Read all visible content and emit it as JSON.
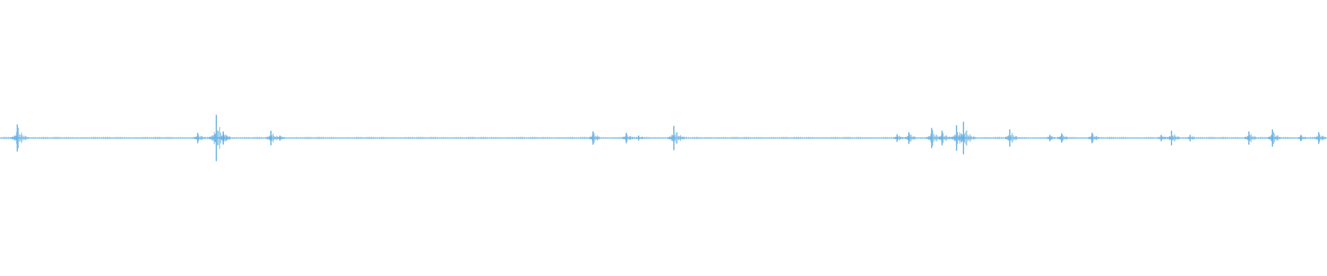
{
  "waveform": {
    "color": "#5aa9dc",
    "background": "#ffffff",
    "peak_amplitudes": [
      {
        "t": 0.013,
        "amp": 0.38
      },
      {
        "t": 0.149,
        "amp": 0.14
      },
      {
        "t": 0.163,
        "amp": 0.66
      },
      {
        "t": 0.168,
        "amp": 0.18
      },
      {
        "t": 0.204,
        "amp": 0.2
      },
      {
        "t": 0.211,
        "amp": 0.06
      },
      {
        "t": 0.447,
        "amp": 0.18
      },
      {
        "t": 0.472,
        "amp": 0.14
      },
      {
        "t": 0.481,
        "amp": 0.06
      },
      {
        "t": 0.508,
        "amp": 0.34
      },
      {
        "t": 0.676,
        "amp": 0.1
      },
      {
        "t": 0.685,
        "amp": 0.16
      },
      {
        "t": 0.702,
        "amp": 0.28
      },
      {
        "t": 0.71,
        "amp": 0.2
      },
      {
        "t": 0.721,
        "amp": 0.36
      },
      {
        "t": 0.726,
        "amp": 0.46
      },
      {
        "t": 0.761,
        "amp": 0.24
      },
      {
        "t": 0.791,
        "amp": 0.08
      },
      {
        "t": 0.8,
        "amp": 0.12
      },
      {
        "t": 0.823,
        "amp": 0.14
      },
      {
        "t": 0.875,
        "amp": 0.08
      },
      {
        "t": 0.883,
        "amp": 0.2
      },
      {
        "t": 0.897,
        "amp": 0.08
      },
      {
        "t": 0.941,
        "amp": 0.18
      },
      {
        "t": 0.959,
        "amp": 0.24
      },
      {
        "t": 0.98,
        "amp": 0.08
      },
      {
        "t": 0.994,
        "amp": 0.16
      }
    ]
  }
}
